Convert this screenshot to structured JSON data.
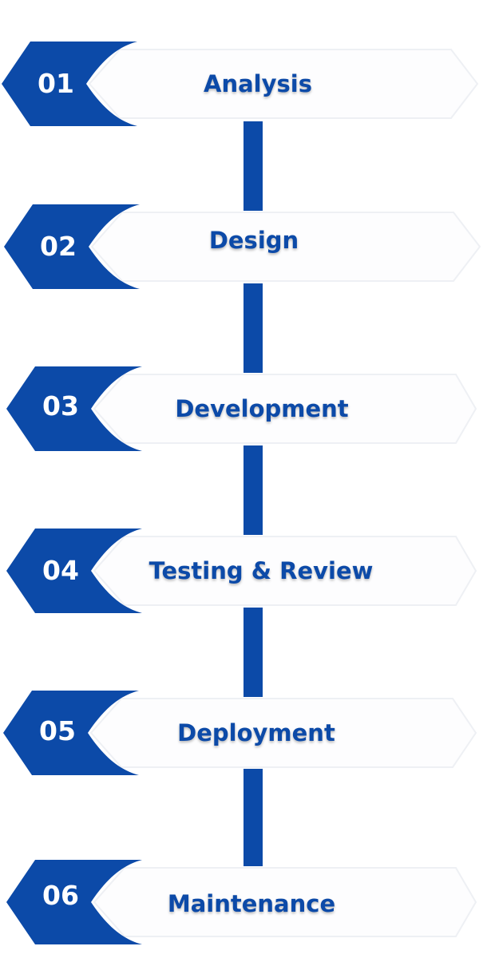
{
  "colors": {
    "accent": "#0c4aa8",
    "card": "#fdfdfe",
    "card_border": "#eef0f4"
  },
  "steps": [
    {
      "number": "01",
      "label": "Analysis"
    },
    {
      "number": "02",
      "label": "Design"
    },
    {
      "number": "03",
      "label": "Development"
    },
    {
      "number": "04",
      "label": "Testing & Review"
    },
    {
      "number": "05",
      "label": "Deployment"
    },
    {
      "number": "06",
      "label": "Maintenance"
    }
  ]
}
